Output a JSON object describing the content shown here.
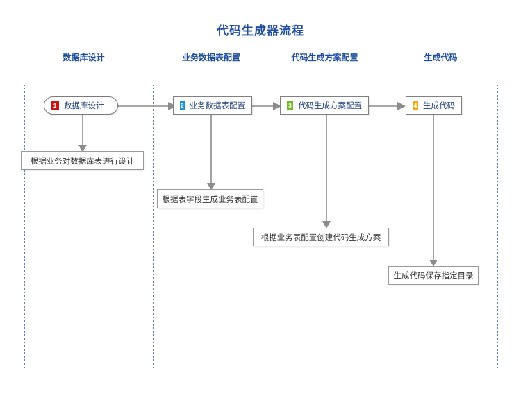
{
  "diagram": {
    "title": "代码生成器流程",
    "type": "swimlane-flowchart",
    "columns": [
      {
        "id": "col-1",
        "label": "数据库设计"
      },
      {
        "id": "col-2",
        "label": "业务数据表配置"
      },
      {
        "id": "col-3",
        "label": "代码生成方案配置"
      },
      {
        "id": "col-4",
        "label": "生成代码"
      }
    ],
    "steps": [
      {
        "id": "step-1",
        "number": "1",
        "label": "数据库设计",
        "badge_color": "#cc1111",
        "shape": "rounded-pill"
      },
      {
        "id": "step-2",
        "number": "2",
        "label": "业务数据表配置",
        "badge_color": "#1a8ee0",
        "shape": "rectangle"
      },
      {
        "id": "step-3",
        "number": "3",
        "label": "代码生成方案配置",
        "badge_color": "#73b72a",
        "shape": "rectangle"
      },
      {
        "id": "step-4",
        "number": "4",
        "label": "生成代码",
        "badge_color": "#f0ab15",
        "shape": "rectangle"
      }
    ],
    "descriptions": [
      {
        "id": "desc-1",
        "label": "根据业务对数据库表进行设计"
      },
      {
        "id": "desc-2",
        "label": "根据表字段生成业务表配置"
      },
      {
        "id": "desc-3",
        "label": "根据业务表配置创建代码生成方案"
      },
      {
        "id": "desc-4",
        "label": "生成代码保存指定目录"
      }
    ],
    "colors": {
      "title": "#1f4e9c",
      "header_text": "#1f4e9c",
      "lane_divider": "#5b7fc7",
      "connector": "#8c8c8c",
      "node_border": "#808080",
      "desc_border": "#9a9a9a",
      "background": "#ffffff"
    }
  }
}
